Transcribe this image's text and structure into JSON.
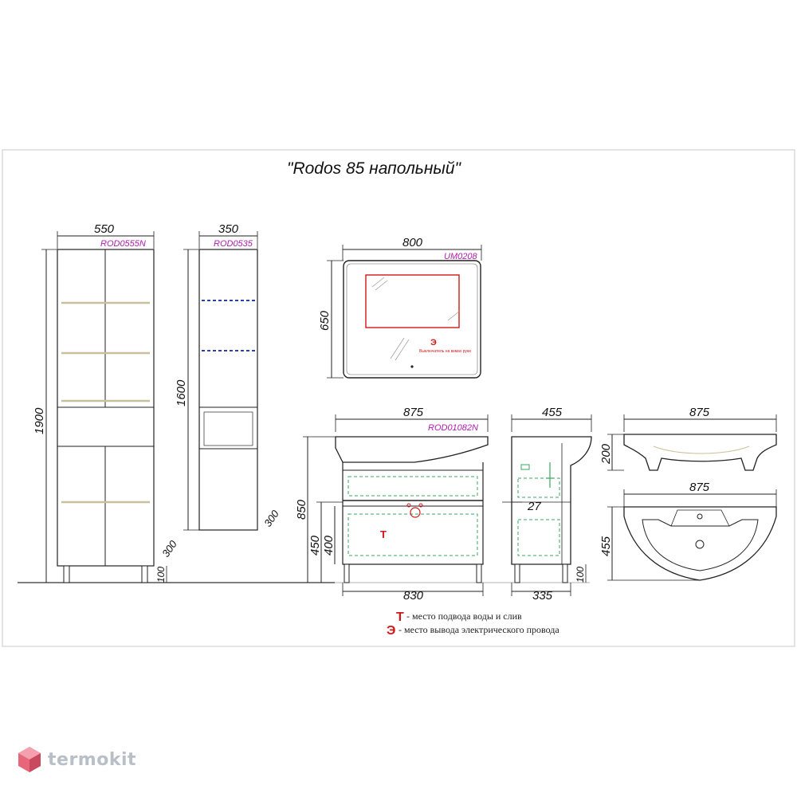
{
  "title": "\"Rodos 85 напольный\"",
  "tall_cabinet": {
    "width": "550",
    "height": "1900",
    "code": "ROD0555N",
    "depth": "300",
    "leg": "100"
  },
  "narrow_cabinet": {
    "width": "350",
    "height": "1600",
    "code": "ROD0535",
    "depth": "300"
  },
  "mirror": {
    "width": "800",
    "height": "650",
    "code": "UM0208",
    "symbol": "Э",
    "note": "Выключатель на взмах руки"
  },
  "vanity_front": {
    "width": "875",
    "code": "ROD01082N",
    "height_total": "850",
    "height_450": "450",
    "height_400": "400",
    "bottom_width": "830",
    "marker": "Т"
  },
  "vanity_side": {
    "depth": "455",
    "bottom_depth": "335",
    "offset": "27",
    "leg": "100"
  },
  "basin": {
    "width_top": "875",
    "height": "200",
    "width_plan": "875",
    "depth_plan": "455"
  },
  "legend": [
    {
      "symbol": "Т",
      "text": "- место подвода воды и слив"
    },
    {
      "symbol": "Э",
      "text": "- место вывода электрического провода"
    }
  ],
  "brand": {
    "name": "termokit",
    "icon": "hexagon-logo-icon"
  },
  "colors": {
    "line": "#222222",
    "code": "#b01cb0",
    "marker": "#d01818",
    "plumbing": "#3aa860",
    "shelf": "#2b3fa8",
    "brand": "#b8bfc6"
  }
}
